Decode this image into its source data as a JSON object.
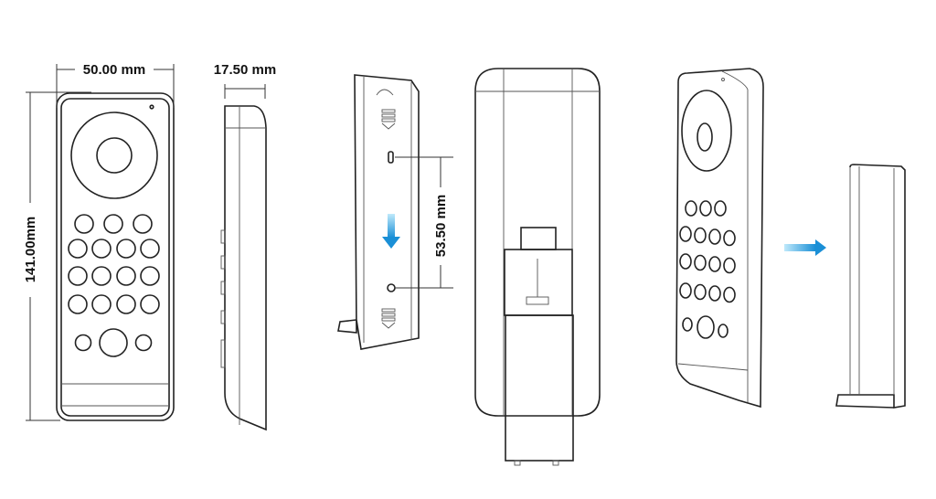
{
  "dimensions": {
    "width": "50.00 mm",
    "depth": "17.50 mm",
    "height": "141.00mm",
    "mount_hole_spacing": "53.50 mm"
  },
  "colors": {
    "line": "#222222",
    "arrow": "#1aa3e0"
  }
}
